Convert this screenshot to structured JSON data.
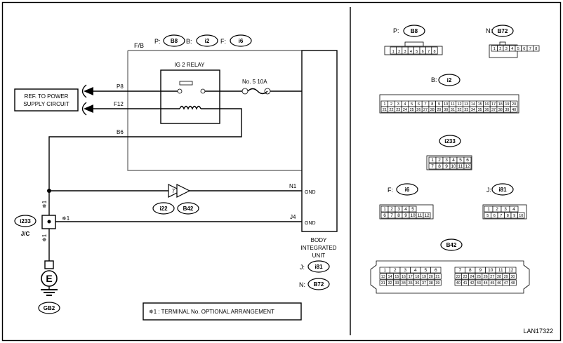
{
  "fb_label": "F/B",
  "connector_prefixes": {
    "p": "P:",
    "b": "B:",
    "f": "F:",
    "j": "J:",
    "n": "N:"
  },
  "connector_ids": {
    "p": "B8",
    "b": "i2",
    "f": "i6",
    "n": "B72",
    "j": "i81",
    "i233": "i233",
    "b42": "B42",
    "i22": "i22",
    "gb2": "GB2"
  },
  "relay_label": "IG 2 RELAY",
  "fuse_label": "No. 5   10A",
  "ref_box": [
    "REF. TO POWER",
    "SUPPLY CIRCUIT"
  ],
  "wire_labels": {
    "p8": "P8",
    "f12": "F12",
    "b6": "B6",
    "n1": "N1",
    "j4": "J4"
  },
  "gnd_label": "GND",
  "triangle_label": "7",
  "jc_label": "J/C",
  "star_mark": "✵1",
  "ground_symbol": "E",
  "unit_label": [
    "BODY",
    "INTEGRATED",
    "UNIT"
  ],
  "note": "✵1 : TERMINAL No. OPTIONAL ARRANGEMENT",
  "figure_id": "LAN17322",
  "pins": {
    "b8": [
      "1",
      "2",
      "3",
      "4",
      "5",
      "6",
      "7",
      "8"
    ],
    "b72": [
      "1",
      "2",
      "3",
      "4",
      "5",
      "6",
      "7",
      "8"
    ],
    "i2_row1": [
      "1",
      "2",
      "3",
      "4",
      "5",
      "6",
      "7",
      "8",
      "9",
      "10",
      "11",
      "12",
      "13",
      "14",
      "15",
      "16",
      "17",
      "18",
      "19",
      "20"
    ],
    "i2_row2": [
      "21",
      "22",
      "23",
      "24",
      "25",
      "26",
      "27",
      "28",
      "29",
      "30",
      "31",
      "32",
      "33",
      "34",
      "35",
      "36",
      "37",
      "38",
      "39",
      "40"
    ],
    "i233_row1": [
      "1",
      "2",
      "3",
      "4",
      "5",
      "6"
    ],
    "i233_row2": [
      "7",
      "8",
      "9",
      "10",
      "11",
      "12"
    ],
    "i6_row1": [
      "1",
      "2",
      "3",
      "4",
      "5"
    ],
    "i6_row2": [
      "6",
      "7",
      "8",
      "9",
      "10",
      "11",
      "12"
    ],
    "i81_row1": [
      "1",
      "2",
      "3",
      "4"
    ],
    "i81_row2": [
      "5",
      "6",
      "7",
      "8",
      "9",
      "10"
    ],
    "b42_left_row1": [
      "1",
      "2",
      "3",
      "4",
      "5",
      "6"
    ],
    "b42_left_row2": [
      "13",
      "14",
      "15",
      "16",
      "17",
      "18",
      "19",
      "20",
      "21"
    ],
    "b42_left_row3": [
      "31",
      "32",
      "33",
      "34",
      "35",
      "36",
      "37",
      "38",
      "39"
    ],
    "b42_right_row1": [
      "7",
      "8",
      "9",
      "10",
      "11",
      "12"
    ],
    "b42_right_row2": [
      "22",
      "23",
      "24",
      "25",
      "26",
      "27",
      "28",
      "29",
      "30"
    ],
    "b42_right_row3": [
      "40",
      "41",
      "42",
      "43",
      "44",
      "45",
      "46",
      "47",
      "48"
    ]
  }
}
